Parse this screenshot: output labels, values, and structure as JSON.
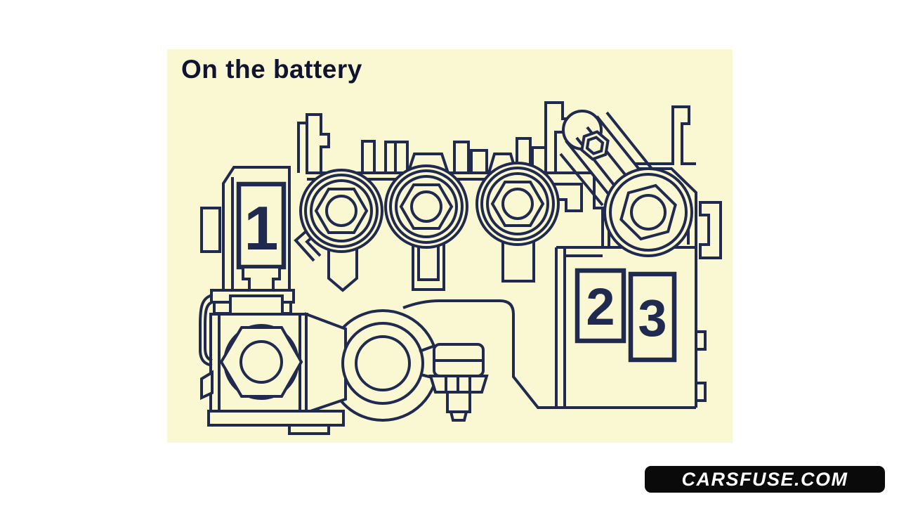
{
  "header": {
    "title": "On the battery"
  },
  "diagram": {
    "fuse_labels": {
      "fuse_1": "1",
      "fuse_2": "2",
      "fuse_3": "3"
    }
  },
  "watermark": {
    "text": "CARSFUSE.COM"
  },
  "colors": {
    "page_background": "#FFFFFF",
    "panel_background": "#FAF8D2",
    "line": "#202A4E",
    "title_text": "#0F1430",
    "watermark_background": "#0A0A0A",
    "watermark_text": "#FFFFFF"
  }
}
